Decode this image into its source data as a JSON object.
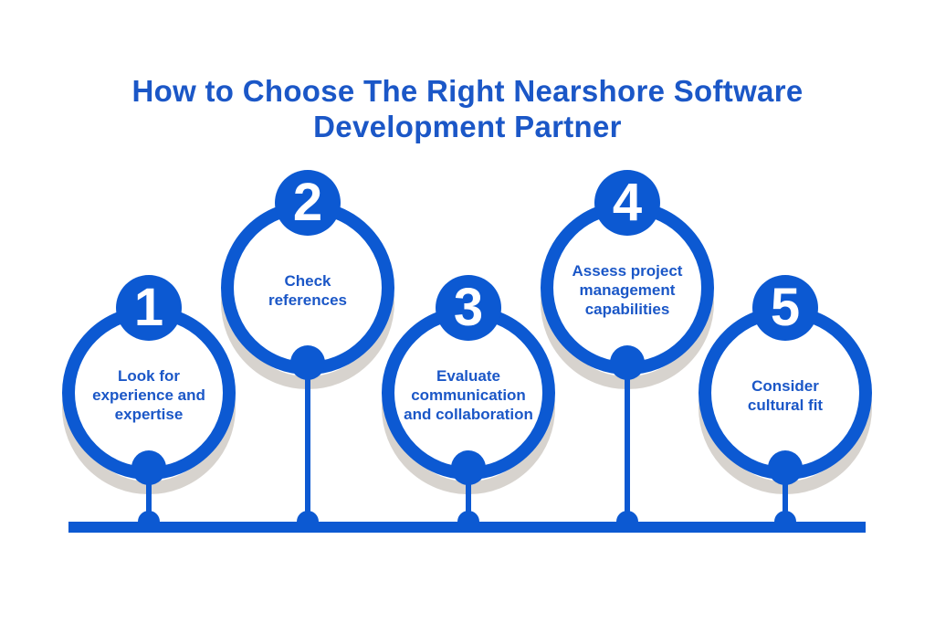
{
  "title": "How to Choose The Right Nearshore Software Development Partner",
  "colors": {
    "accent": "#0c59d2",
    "text_blue": "#1b57c7",
    "shadow": "#d7d3ce"
  },
  "timeline": {
    "node_count": 5
  },
  "steps": [
    {
      "number": "1",
      "label": "Look for\nexperience and\nexpertise"
    },
    {
      "number": "2",
      "label": "Check\nreferences"
    },
    {
      "number": "3",
      "label": "Evaluate\ncommunication\nand collaboration"
    },
    {
      "number": "4",
      "label": "Assess project\nmanagement\ncapabilities"
    },
    {
      "number": "5",
      "label": "Consider\ncultural fit"
    }
  ]
}
